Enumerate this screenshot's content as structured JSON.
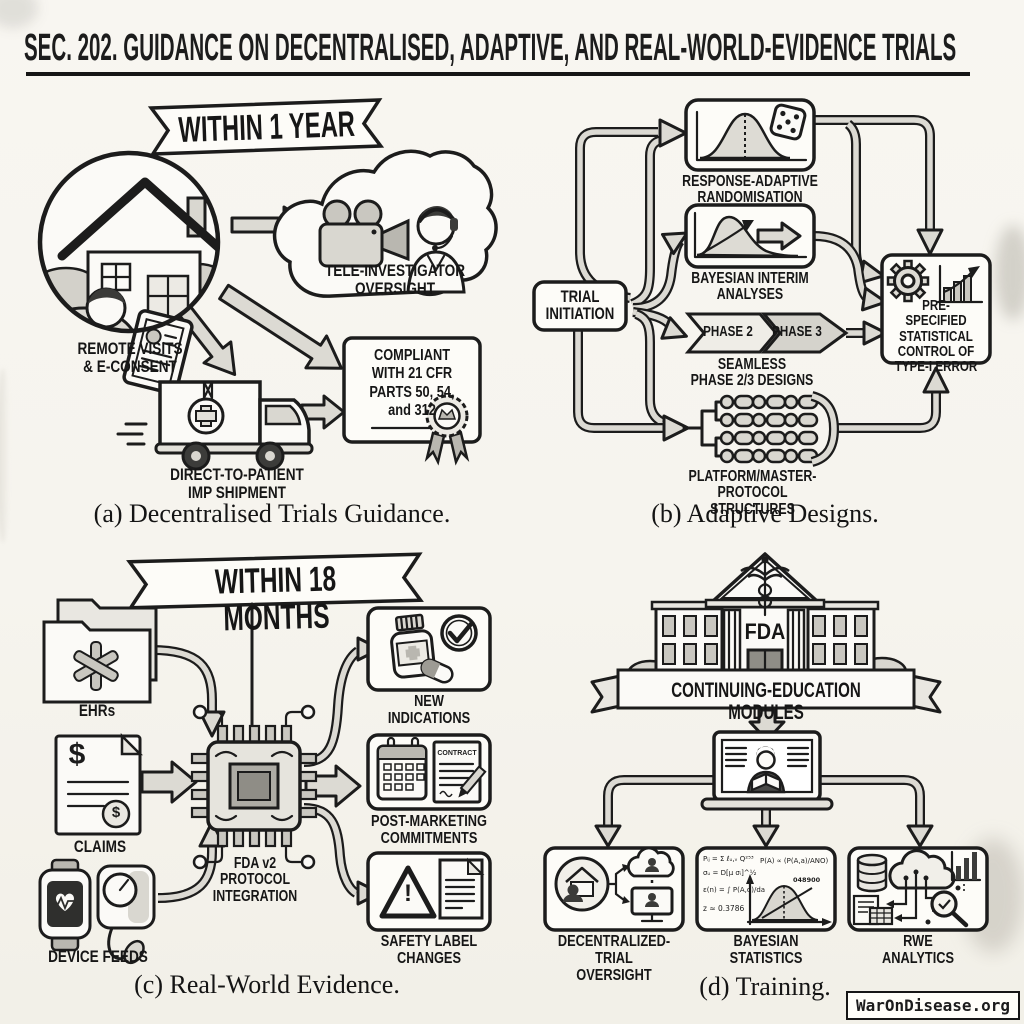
{
  "title": "SEC. 202. GUIDANCE ON DECENTRALISED, ADAPTIVE, AND REAL-WORLD-EVIDENCE TRIALS",
  "colors": {
    "ink": "#1c1c1c",
    "paper": "#f6f4ee",
    "tube_fill": "#dcdad3",
    "shade": "#d9d7d0"
  },
  "panel_a": {
    "banner": "WITHIN 1 YEAR",
    "remote_label": "REMOTE VISITS\n& E-CONSENT",
    "tele_label": "TELE-INVESTIGATOR\nOVERSIGHT",
    "truck_label": "DIRECT-TO-PATIENT\nIMP SHIPMENT",
    "compliance_label": "COMPLIANT\nWITH 21 CFR\nPARTS 50, 54,\nand 312",
    "caption": "(a) Decentralised Trials Guidance."
  },
  "panel_b": {
    "trial_initiation": "TRIAL\nINITIATION",
    "rar_label": "RESPONSE-ADAPTIVE\nRANDOMISATION",
    "bayesian_label": "BAYESIAN INTERIM\nANALYSES",
    "phase2": "PHASE 2",
    "phase3": "PHASE 3",
    "seamless_label": "SEAMLESS\nPHASE 2/3 DESIGNS",
    "platform_label": "PLATFORM/MASTER-PROTOCOL\nSTRUCTURES",
    "prespecified_label": "PRE-SPECIFIED\nSTATISTICAL\nCONTROL OF\nTYPE-I ERROR",
    "caption": "(b) Adaptive Designs."
  },
  "panel_c": {
    "banner": "WITHIN 18 MONTHS",
    "ehr_label": "EHRs",
    "claims_label": "CLAIMS",
    "claims_dollar": "$",
    "device_label": "DEVICE FEEDS",
    "chip_label": "FDA v2\nPROTOCOL\nINTEGRATION",
    "new_indications_label": "NEW\nINDICATIONS",
    "post_marketing_label": "POST-MARKETING\nCOMMITMENTS",
    "contract_text": "CONTRACT",
    "safety_label": "SAFETY LABEL\nCHANGES",
    "warning_mark": "!",
    "caption": "(c) Real-World Evidence."
  },
  "panel_d": {
    "building_label": "FDA",
    "banner": "CONTINUING-EDUCATION MODULES",
    "box1_label": "DECENTRALIZED-TRIAL\nOVERSIGHT",
    "box2_label": "BAYESIAN\nSTATISTICS",
    "box3_label": "RWE\nANALYTICS",
    "formula_1": "Pᵢⱼ = Σ ℓᵤ,ᵥ Q²⁵³",
    "formula_2": "σᵤ = D[μ σᵢ]^½",
    "formula_3": "ε(n) = ∫ P(A,d)/da",
    "formula_4": "z ≈ 0.3786",
    "formula_right": "P(A) ∝ (P(A,a)/ANO)",
    "curve_tag": "048900",
    "caption": "(d) Training."
  },
  "watermark": "WarOnDisease.org",
  "icons": {
    "home-visit-icon": "circle-house-person",
    "tablet-econsent-icon": "tablet",
    "cloud-oversight-icon": "cloud",
    "video-camera-icon": "camera",
    "headset-operator-icon": "operator-bust",
    "delivery-truck-icon": "truck",
    "medical-cross-icon": "+",
    "award-ribbon-icon": "rosette",
    "bell-curve-icon": "gauss-curve",
    "dice-icon": "die",
    "interim-curve-icon": "skew-curve",
    "phase-chevron-icon": "chevrons",
    "platform-network-icon": "node-chains",
    "gear-icon": "gear",
    "growth-chart-icon": "bars-arrow",
    "folder-ehr-icon": "folders",
    "star-of-life-icon": "six-point-star",
    "claims-document-icon": "doc-dollar",
    "smartwatch-icon": "watch",
    "bp-cuff-icon": "cuff",
    "chip-icon": "microchip",
    "pill-bottle-icon": "bottle",
    "capsule-icon": "pill",
    "check-circle-icon": "check",
    "calendar-icon": "calendar",
    "contract-icon": "doc",
    "pencil-icon": "pencil",
    "warning-triangle-icon": "triangle-bang",
    "safety-doc-icon": "doc",
    "fda-building-icon": "building",
    "caduceus-icon": "caduceus",
    "laptop-learner-icon": "laptop",
    "database-icon": "cylinders",
    "analytics-cloud-icon": "cloud-circuit",
    "bar-chart-icon": "bars",
    "magnifier-icon": "lens"
  }
}
